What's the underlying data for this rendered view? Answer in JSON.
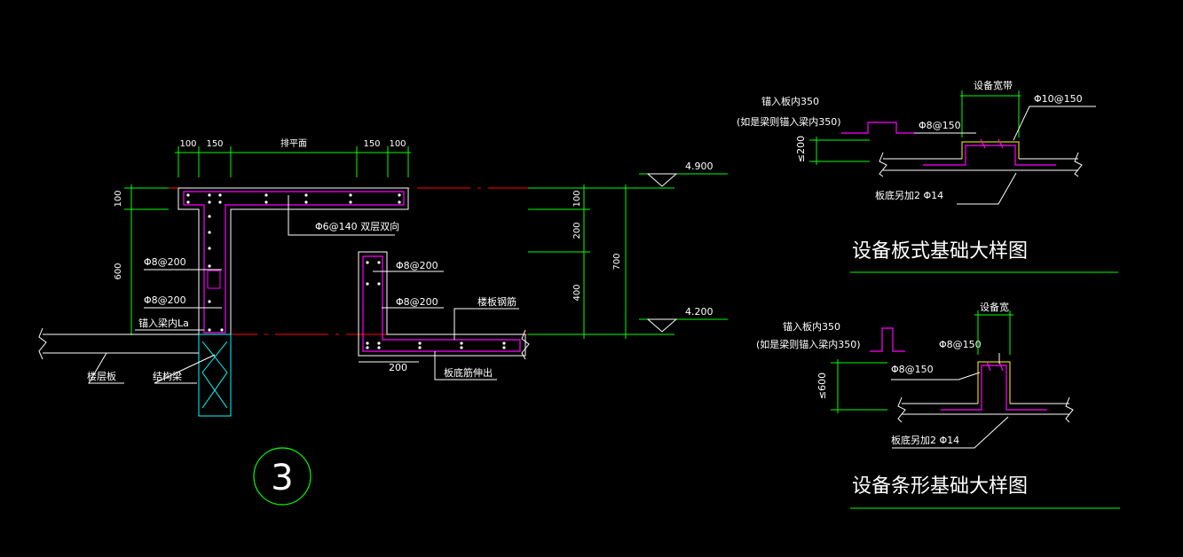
{
  "colors": {
    "background": "#000000",
    "dimension": "#00ff00",
    "outline": "#ffffff",
    "rebar": "#ff00ff",
    "centerline": "#ff0000",
    "cyan": "#00ffff",
    "yellow": "#ffff00"
  },
  "section3": {
    "dims_top": [
      "100",
      "150",
      "排平面",
      "150",
      "100"
    ],
    "dims_left": [
      "100",
      "600"
    ],
    "label_slab_rebar": "Φ6@140 双层双向",
    "label_rebar_a": "Φ8@200",
    "label_rebar_b": "Φ8@200",
    "label_anchor": "锚入梁内La",
    "label_floor_slab": "楼层板",
    "label_structure_beam": "结构梁",
    "label_right_a": "Φ8@200",
    "label_right_b": "Φ8@200",
    "label_floor_rebar": "楼板钢筋",
    "label_width_200": "200",
    "label_slab_bottom": "板底筋伸出",
    "dims_right": [
      "100",
      "200",
      "400",
      "700"
    ],
    "elev_top": "4.900",
    "elev_bottom": "4.200",
    "circle_number": "3"
  },
  "detail_plate": {
    "label_anchor_1": "锚入板内350",
    "label_anchor_2": "(如是梁则锚入梁内350)",
    "label_width": "设备宽带",
    "label_rebar_top": "Φ10@150",
    "label_rebar_mid": "Φ8@150",
    "label_height": "≤200",
    "label_add": "板底另加2 Φ14",
    "title": "设备板式基础大样图"
  },
  "detail_strip": {
    "label_anchor_1": "锚入板内350",
    "label_anchor_2": "(如是梁则锚入梁内350)",
    "label_width": "设备宽",
    "label_rebar_top": "Φ8@150",
    "label_rebar_mid": "Φ8@150",
    "label_height": "≤600",
    "label_add": "板底另加2 Φ14",
    "title": "设备条形基础大样图"
  }
}
